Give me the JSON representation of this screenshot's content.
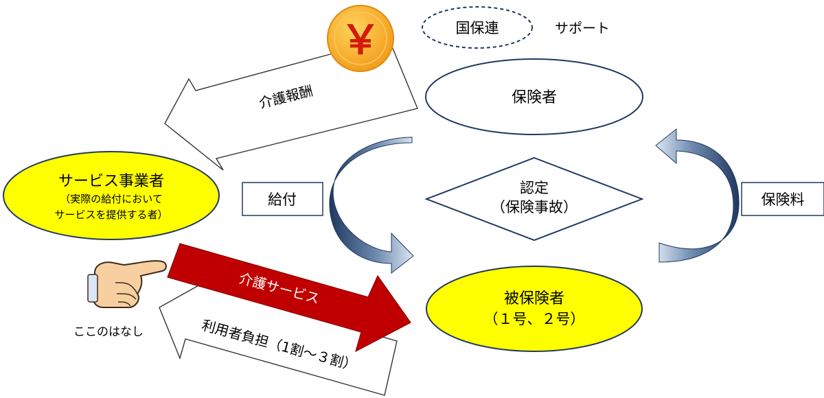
{
  "nodes": {
    "kokuhoren": "国保連",
    "support": "サポート",
    "insurer": "保険者",
    "provider_title": "サービス事業者",
    "provider_note_1": "（実際の給付において",
    "provider_note_2": "サービスを提供する者）",
    "certification_1": "認定",
    "certification_2": "（保険事故）",
    "insured_1": "被保険者",
    "insured_2": "（１号、２号）"
  },
  "labels": {
    "benefit": "給付",
    "premium": "保険料",
    "this_story": "ここのはなし"
  },
  "arrows": {
    "care_fee": "介護報酬",
    "care_service": "介護サービス",
    "user_copay": "利用者負担（1割～３割）"
  },
  "icons": {
    "coin": "yen-coin-icon",
    "coin_symbol": "￥",
    "hand": "pointing-hand-icon"
  },
  "colors": {
    "yellow": "#ffff00",
    "red_arrow": "#c00000",
    "coin_orange": "#f5a31f",
    "coin_red": "#d4190c",
    "curve_dark": "#1f3860",
    "curve_light": "#dbe6f2",
    "skin": "#f8cfa0"
  }
}
